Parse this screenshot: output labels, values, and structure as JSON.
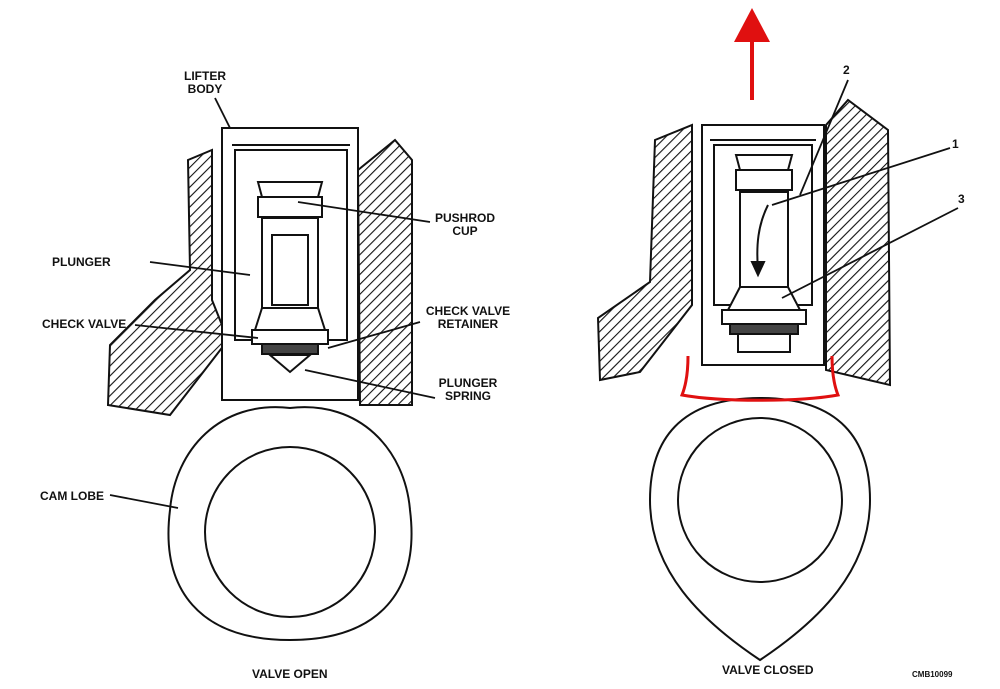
{
  "left_view": {
    "caption": "VALVE OPEN",
    "labels": {
      "lifter_body_1": "LIFTER",
      "lifter_body_2": "BODY",
      "pushrod_cup_1": "PUSHROD",
      "pushrod_cup_2": "CUP",
      "plunger": "PLUNGER",
      "check_valve": "CHECK VALVE",
      "check_valve_retainer_1": "CHECK VALVE",
      "check_valve_retainer_2": "RETAINER",
      "plunger_spring_1": "PLUNGER",
      "plunger_spring_2": "SPRING",
      "cam_lobe": "CAM LOBE"
    }
  },
  "right_view": {
    "caption": "VALVE CLOSED",
    "callouts": {
      "c1": "1",
      "c2": "2",
      "c3": "3"
    }
  },
  "figure_code": "CMB10099",
  "colors": {
    "ink": "#111111",
    "highlight": "#e01010"
  }
}
